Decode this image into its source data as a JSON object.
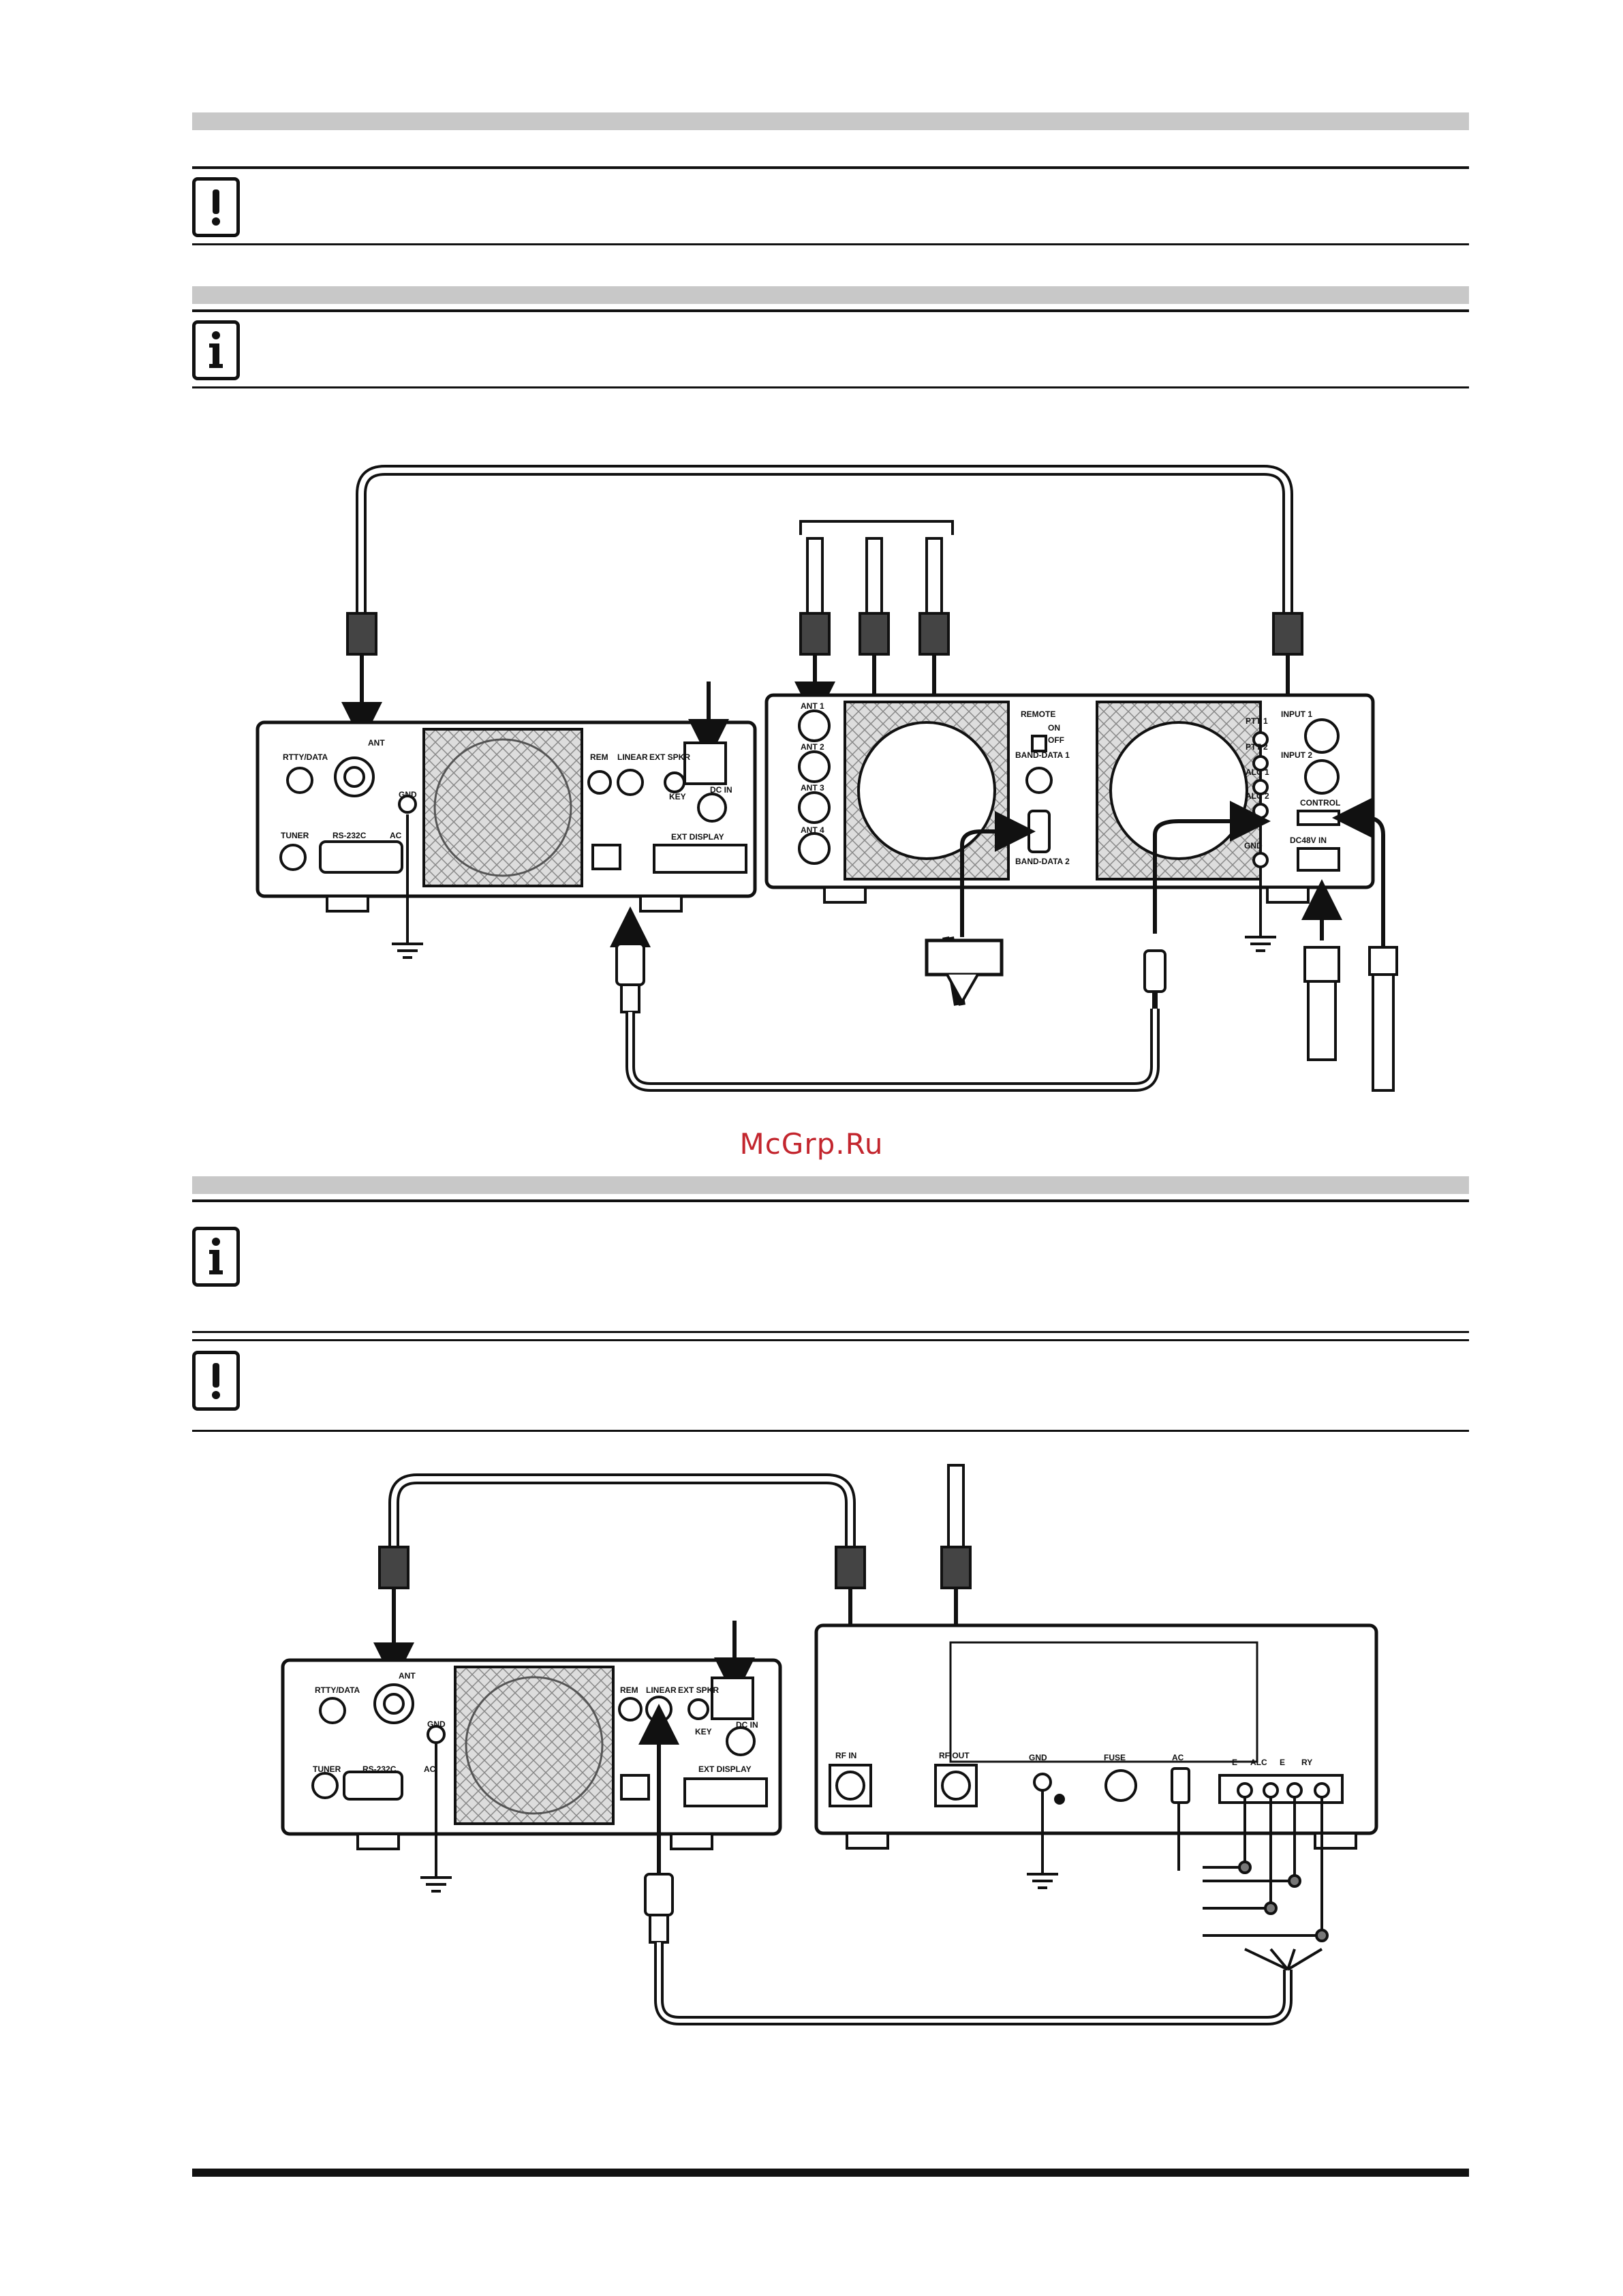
{
  "watermark": "McGrp.Ru",
  "labels": {
    "rtty_data": "RTTY/DATA",
    "ant": "ANT",
    "gnd": "GND",
    "tuner": "TUNER",
    "rs232c": "RS-232C",
    "ac": "AC",
    "rem": "REM",
    "linear": "LINEAR",
    "ext_spkr": "EXT SPKR",
    "key": "KEY",
    "dc_in": "DC IN",
    "ext_display": "EXT DISPLAY",
    "ant1": "ANT 1",
    "ant2": "ANT 2",
    "ant3": "ANT 3",
    "ant4": "ANT 4",
    "remote": "REMOTE",
    "on": "ON",
    "off": "OFF",
    "band_data1": "BAND-DATA 1",
    "band_data2": "BAND-DATA 2",
    "ptt1": "PTT 1",
    "ptt2": "PTT 2",
    "alc1": "ALC 1",
    "alc2": "ALC 2",
    "input1": "INPUT 1",
    "input2": "INPUT 2",
    "control": "CONTROL",
    "dc48v_in": "DC48V IN",
    "rf_in": "RF IN",
    "rf_out": "RF OUT",
    "fuse": "FUSE",
    "e1": "E",
    "alc": "ALC",
    "e2": "E",
    "ry": "RY"
  },
  "icons": [
    "caution-icon",
    "info-icon",
    "info-icon",
    "caution-icon"
  ],
  "colors": {
    "band": "#c8c8c8",
    "line": "#111111",
    "watermark": "#c3262e"
  }
}
